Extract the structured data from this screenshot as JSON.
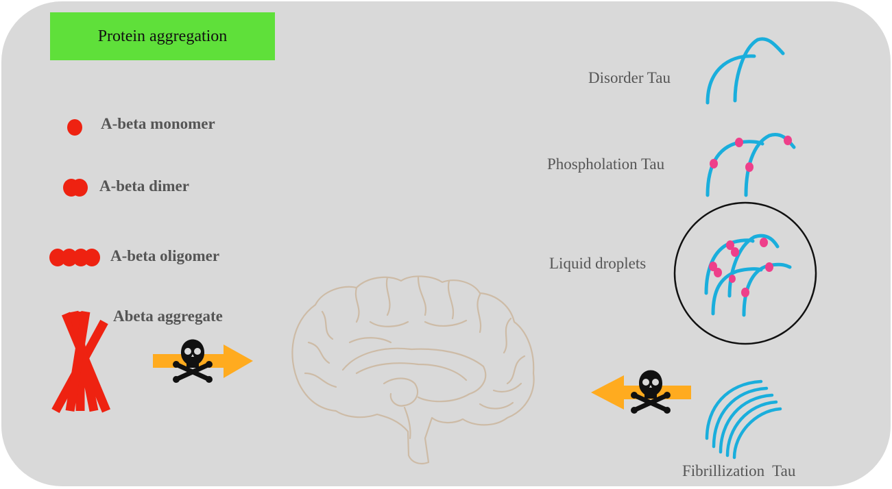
{
  "title": "Protein aggregation",
  "abeta": {
    "monomer": "A-beta monomer",
    "dimer": "A-beta dimer",
    "oligomer": "A-beta oligomer",
    "aggregate": "Abeta aggregate"
  },
  "tau": {
    "disorder": "Disorder Tau",
    "phospho": "Phospholation Tau",
    "droplets": "Liquid droplets",
    "fibril": "Fibrillization  Tau"
  },
  "icons": {
    "toxic": "skull-crossbones-icon",
    "brain": "brain-outline-icon"
  },
  "colors": {
    "panel": "#d9d9d9",
    "title_bg": "#5fe03a",
    "abeta": "#ee2211",
    "tau": "#1aaedc",
    "phosphate": "#ee3f8a",
    "arrow": "#ffab1f",
    "brain": "#cdbba6"
  }
}
